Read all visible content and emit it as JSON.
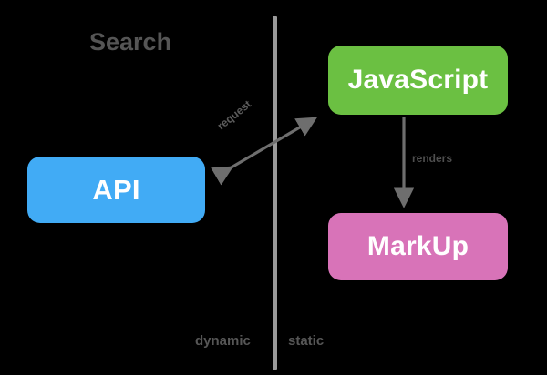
{
  "diagram": {
    "title": "Search",
    "background_color": "#000000",
    "divider": {
      "name": "vertical-divider",
      "color": "#9a9a9a"
    },
    "nodes": [
      {
        "id": "api",
        "label": "API",
        "color": "#41abf5",
        "side": "left"
      },
      {
        "id": "js",
        "label": "JavaScript",
        "color": "#6bc042",
        "side": "right"
      },
      {
        "id": "markup",
        "label": "MarkUp",
        "color": "#d873b8",
        "side": "right"
      }
    ],
    "edges": [
      {
        "id": "cross-edge",
        "label": "request",
        "from": "api",
        "to": "js",
        "direction": "bidirectional",
        "color": "#6e6e6e"
      },
      {
        "id": "render-edge",
        "label": "renders",
        "from": "js",
        "to": "markup",
        "direction": "down",
        "color": "#6e6e6e"
      }
    ],
    "zone_labels": {
      "left": "dynamic",
      "right": "static"
    }
  }
}
